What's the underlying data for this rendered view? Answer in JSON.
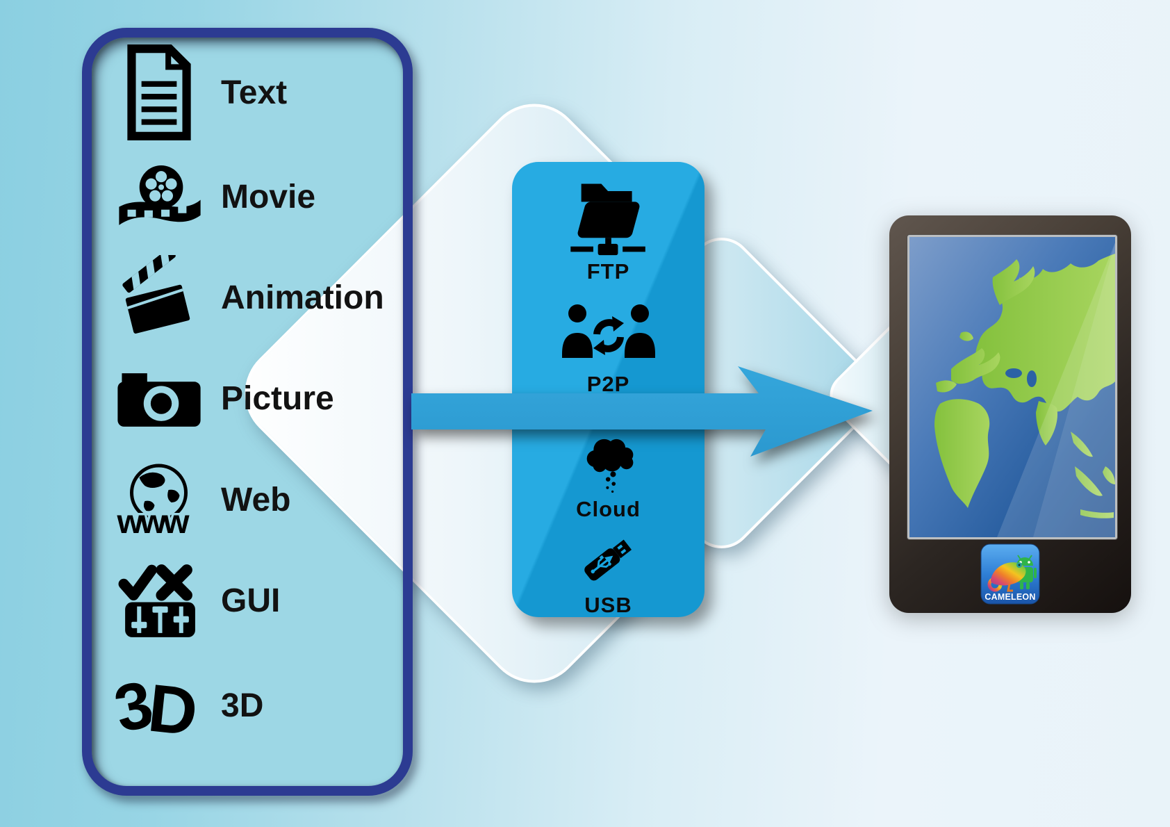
{
  "background": {
    "gradient_left": "#8bcfe1",
    "gradient_right": "#ecf5fa"
  },
  "source_panel": {
    "fill_color": "#9dd7e5",
    "border_color": "#2c3b92",
    "items": [
      {
        "label": "Text",
        "icon": "document-icon"
      },
      {
        "label": "Movie",
        "icon": "film-reel-icon"
      },
      {
        "label": "Animation",
        "icon": "clapperboard-icon"
      },
      {
        "label": "Picture",
        "icon": "camera-icon"
      },
      {
        "label": "Web",
        "icon": "globe-www-icon",
        "icon_text": "www"
      },
      {
        "label": "GUI",
        "icon": "gui-controls-icon"
      },
      {
        "label": "3D",
        "icon": "three-d-icon",
        "icon_glyph_1": "3",
        "icon_glyph_2": "D"
      }
    ]
  },
  "transfer_panel": {
    "fill_color": "#17a5e0",
    "items": [
      {
        "label": "FTP",
        "icon": "ftp-network-folder-icon"
      },
      {
        "label": "P2P",
        "icon": "p2p-sync-icon"
      },
      {
        "label": "Cloud",
        "icon": "cloud-icon"
      },
      {
        "label": "USB",
        "icon": "usb-flash-drive-icon"
      }
    ]
  },
  "flow_arrow": {
    "color": "#2d9fd6",
    "direction": "right"
  },
  "device": {
    "frame_color": "#3a322c",
    "screen_content": "world-map",
    "app_icon": {
      "label": "CAMELEON",
      "background": "#2f7fd6"
    }
  },
  "decor": {
    "diamond_count": 3,
    "diamond_stroke": "#ffffff"
  }
}
